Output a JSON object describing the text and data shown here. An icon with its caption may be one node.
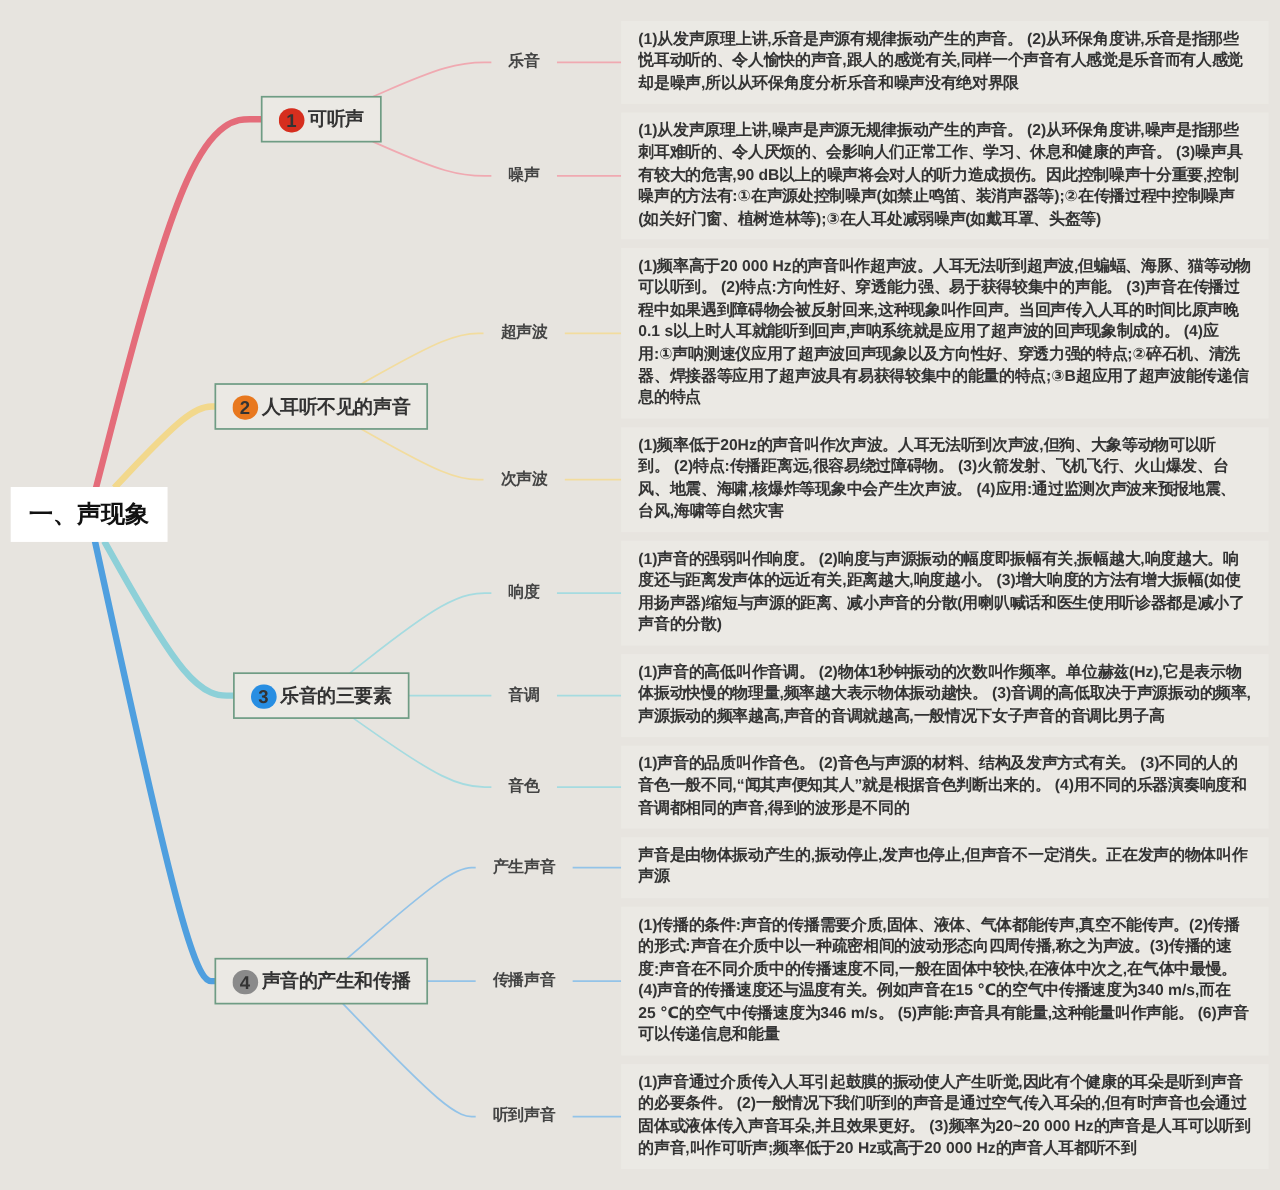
{
  "diagram": {
    "nodes": [
      {
        "text": [
          "一、声现象"
        ]
      },
      {
        "text": [
          "1",
          "可听声"
        ]
      },
      {
        "text": [
          "乐音"
        ]
      },
      {
        "text": [
          "(1)从发声原理上讲,乐音是声源有规律振动产生的声音。 (2)从环保角度讲,乐音是指那些悦耳动听的、令人愉快的声音,跟人的感觉有关,同样一个声音有人感觉是乐音而有人感觉却是噪声,所以从环保角度分析乐音和噪声没有绝对界限"
        ]
      },
      {
        "text": [
          "噪声"
        ]
      },
      {
        "text": [
          "(1)从发声原理上讲,噪声是声源无规律振动产生的声音。 (2)从环保角度讲,噪声是指那些刺耳难听的、令人厌烦的、会影响人们正常工作、学习、休息和健康的声音。 (3)噪声具有较大的危害,90 dB以上的噪声将会对人的听力造成损伤。因此控制噪声十分重要,控制噪声的方法有:①在声源处控制噪声(如禁止鸣笛、装消声器等);②在传播过程中控制噪声(如关好门窗、植树造林等);③在人耳处减弱噪声(如戴耳罩、头盔等)"
        ]
      },
      {
        "text": [
          "2",
          "人耳听不见的声音"
        ]
      },
      {
        "text": [
          "超声波"
        ]
      },
      {
        "text": [
          "(1)频率高于20 000 Hz的声音叫作超声波。人耳无法听到超声波,但蝙蝠、海豚、猫等动物可以听到。 (2)特点:方向性好、穿透能力强、易于获得较集中的声能。 (3)声音在传播过程中如果遇到障碍物会被反射回来,这种现象叫作回声。当回声传入人耳的时间比原声晚0.1 s以上时人耳就能听到回声,声呐系统就是应用了超声波的回声现象制成的。 (4)应用:①声呐测速仪应用了超声波回声现象以及方向性好、穿透力强的特点;②碎石机、清洗器、焊接器等应用了超声波具有易获得较集中的能量的特点;③B超应用了超声波能传递信息的特点"
        ]
      },
      {
        "text": [
          "次声波"
        ]
      },
      {
        "text": [
          "(1)频率低于20Hz的声音叫作次声波。人耳无法听到次声波,但狗、大象等动物可以听到。 (2)特点:传播距离远,很容易绕过障碍物。 (3)火箭发射、飞机飞行、火山爆发、台风、地震、海啸,核爆炸等现象中会产生次声波。 (4)应用:通过监测次声波来预报地震、台风,海啸等自然灾害"
        ]
      },
      {
        "text": [
          "3",
          "乐音的三要素"
        ]
      },
      {
        "text": [
          "响度"
        ]
      },
      {
        "text": [
          "(1)声音的强弱叫作响度。 (2)响度与声源振动的幅度即振幅有关,振幅越大,响度越大。响度还与距离发声体的远近有关,距离越大,响度越小。 (3)增大响度的方法有增大振幅(如使用扬声器)缩短与声源的距离、减小声音的分散(用喇叭喊话和医生使用听诊器都是减小了声音的分散)"
        ]
      },
      {
        "text": [
          "音调"
        ]
      },
      {
        "text": [
          "(1)声音的高低叫作音调。 (2)物体1秒钟振动的次数叫作频率。单位赫兹(Hz),它是表示物体振动快慢的物理量,频率越大表示物体振动越快。 (3)音调的高低取决于声源振动的频率,声源振动的频率越高,声音的音调就越高,一般情况下女子声音的音调比男子高"
        ]
      },
      {
        "text": [
          "音色"
        ]
      },
      {
        "text": [
          "(1)声音的品质叫作音色。 (2)音色与声源的材料、结构及发声方式有关。 (3)不同的人的音色一般不同,“闻其声便知其人”就是根据音色判断出来的。 (4)用不同的乐器演奏响度和音调都相同的声音,得到的波形是不同的"
        ]
      },
      {
        "text": [
          "4",
          "声音的产生和传播"
        ]
      },
      {
        "text": [
          "产生声音"
        ]
      },
      {
        "text": [
          "声音是由物体振动产生的,振动停止,发声也停止,但声音不一定消失。正在发声的物体叫作声源"
        ]
      },
      {
        "text": [
          "传播声音"
        ]
      },
      {
        "text": [
          "(1)传播的条件:声音的传播需要介质,固体、液体、气体都能传声,真空不能传声。(2)传播的形式:声音在介质中以一种疏密相间的波动形态向四周传播,称之为声波。(3)传播的速度:声音在不同介质中的传播速度不同,一般在固体中较快,在液体中次之,在气体中最慢。 (4)声音的传播速度还与温度有关。例如声音在15 ℃的空气中传播速度为340 m/s,而在25 ℃的空气中传播速度为346 m/s。 (5)声能:声音具有能量,这种能量叫作声能。 (6)声音可以传递信息和能量"
        ]
      },
      {
        "text": [
          "听到声音"
        ]
      },
      {
        "text": [
          "(1)声音通过介质传入人耳引起鼓膜的振动使人产生听觉,因此有个健康的耳朵是听到声音的必要条件。 (2)一般情况下我们听到的声音是通过空气传入耳朵的,但有时声音也会通过固体或液体传入声音耳朵,并且效果更好。 (3)频率为20~20 000 Hz的声音是人耳可以听到的声音,叫作可听声;频率低于20 Hz或高于20 000 Hz的声音人耳都听不到"
        ]
      }
    ],
    "edges": [
      {
        "from": 0,
        "to": 1,
        "arrow": "none",
        "style": "thick",
        "color": "#e46c7a"
      },
      {
        "from": 1,
        "to": 2,
        "arrow": "none",
        "color": "#f0a9b1"
      },
      {
        "from": 2,
        "to": 3,
        "arrow": "none",
        "color": "#f0a9b1"
      },
      {
        "from": 1,
        "to": 4,
        "arrow": "none",
        "color": "#f0a9b1"
      },
      {
        "from": 4,
        "to": 5,
        "arrow": "none",
        "color": "#f0a9b1"
      },
      {
        "from": 0,
        "to": 6,
        "arrow": "none",
        "style": "thick",
        "color": "#f2d88c"
      },
      {
        "from": 6,
        "to": 7,
        "arrow": "none",
        "color": "#f2dc9e"
      },
      {
        "from": 7,
        "to": 8,
        "arrow": "none",
        "color": "#f2dc9e"
      },
      {
        "from": 6,
        "to": 9,
        "arrow": "none",
        "color": "#f2dc9e"
      },
      {
        "from": 9,
        "to": 10,
        "arrow": "none",
        "color": "#f2dc9e"
      },
      {
        "from": 0,
        "to": 11,
        "arrow": "none",
        "style": "thick",
        "color": "#8dd0d8"
      },
      {
        "from": 11,
        "to": 12,
        "arrow": "none",
        "color": "#a5dbe0"
      },
      {
        "from": 12,
        "to": 13,
        "arrow": "none",
        "color": "#a5dbe0"
      },
      {
        "from": 11,
        "to": 14,
        "arrow": "none",
        "color": "#a5dbe0"
      },
      {
        "from": 14,
        "to": 15,
        "arrow": "none",
        "color": "#a5dbe0"
      },
      {
        "from": 11,
        "to": 16,
        "arrow": "none",
        "color": "#a5dbe0"
      },
      {
        "from": 16,
        "to": 17,
        "arrow": "none",
        "color": "#a5dbe0"
      },
      {
        "from": 0,
        "to": 18,
        "arrow": "none",
        "style": "thick",
        "color": "#4f9fdf"
      },
      {
        "from": 18,
        "to": 19,
        "arrow": "none",
        "color": "#93c3e8"
      },
      {
        "from": 19,
        "to": 20,
        "arrow": "none",
        "color": "#93c3e8"
      },
      {
        "from": 18,
        "to": 21,
        "arrow": "none",
        "color": "#93c3e8"
      },
      {
        "from": 21,
        "to": 22,
        "arrow": "none",
        "color": "#93c3e8"
      },
      {
        "from": 18,
        "to": 23,
        "arrow": "none",
        "color": "#93c3e8"
      },
      {
        "from": 23,
        "to": 24,
        "arrow": "none",
        "color": "#93c3e8"
      }
    ]
  }
}
